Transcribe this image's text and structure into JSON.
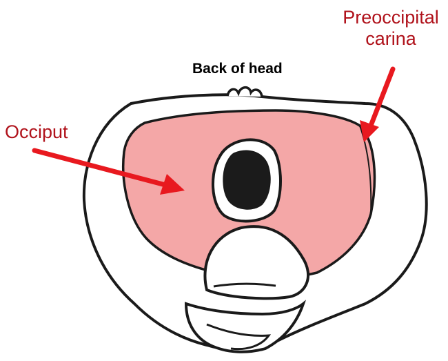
{
  "labels": {
    "back_of_head": "Back of head",
    "occiput": "Occiput",
    "preoccipital_line1": "Preoccipital",
    "preoccipital_line2": "carina"
  },
  "colors": {
    "label_red": "#b0121b",
    "arrow_red": "#e8191f",
    "occiput_fill": "#f4a7a7",
    "outline": "#1a1a1a",
    "foramen_fill": "#1b1b1b"
  }
}
